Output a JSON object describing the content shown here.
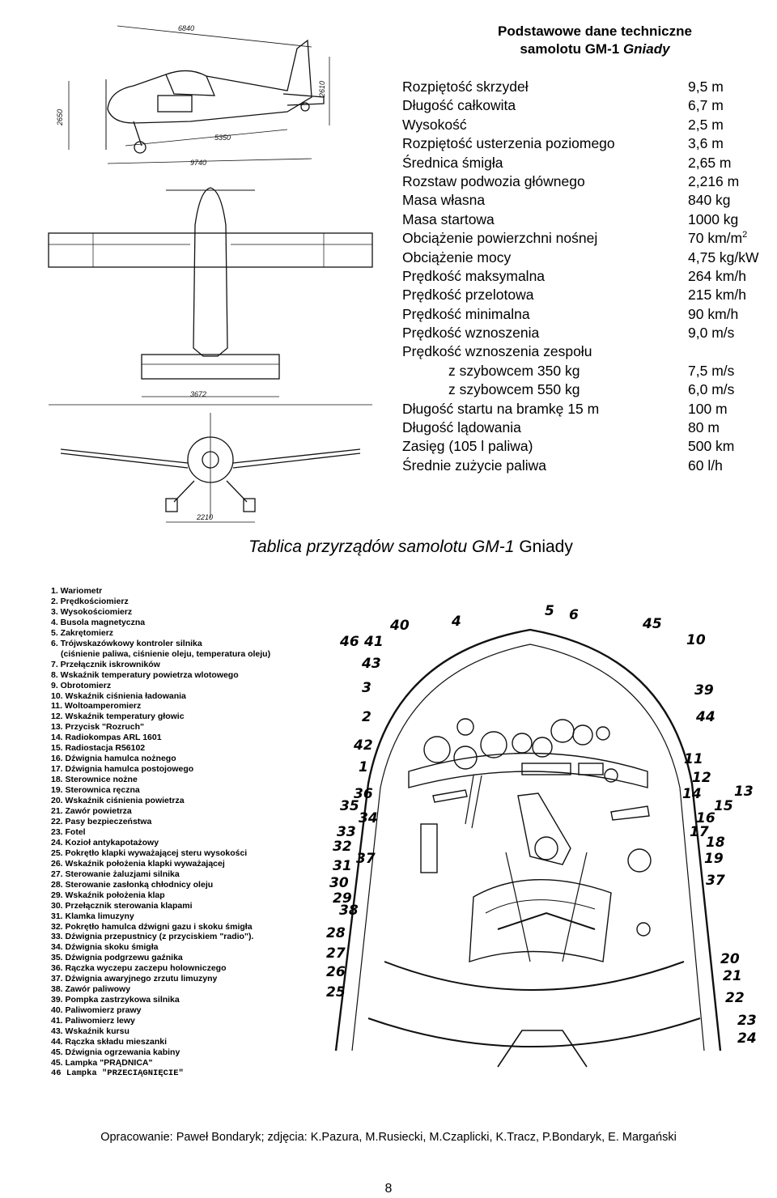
{
  "drawing": {
    "dims": [
      "6840",
      "2650",
      "2610",
      "5350",
      "9740",
      "3672",
      "2210"
    ]
  },
  "spec_title": {
    "line1": "Podstawowe dane techniczne",
    "line2_prefix": "samolotu GM-1 ",
    "line2_italic": "Gniady"
  },
  "specs": [
    {
      "label": "Rozpiętość skrzydeł",
      "value": "9,5 m"
    },
    {
      "label": "Długość całkowita",
      "value": "6,7 m"
    },
    {
      "label": "Wysokość",
      "value": "2,5 m"
    },
    {
      "label": "Rozpiętość usterzenia poziomego",
      "value": "3,6 m"
    },
    {
      "label": "Średnica śmigła",
      "value": "2,65 m"
    },
    {
      "label": "Rozstaw podwozia głównego",
      "value": "2,216 m"
    },
    {
      "label": "Masa własna",
      "value": "840 kg"
    },
    {
      "label": "Masa startowa",
      "value": "1000 kg"
    },
    {
      "label": "Obciążenie powierzchni nośnej",
      "value": "70 km/m",
      "sup": "2"
    },
    {
      "label": "Obciążenie mocy",
      "value": "4,75 kg/kW"
    },
    {
      "label": "Prędkość maksymalna",
      "value": "264 km/h"
    },
    {
      "label": "Prędkość przelotowa",
      "value": "215 km/h"
    },
    {
      "label": "Prędkość minimalna",
      "value": "90 km/h"
    },
    {
      "label": "Prędkość wznoszenia",
      "value": "9,0 m/s"
    },
    {
      "label": "Prędkość wznoszenia zespołu",
      "value": ""
    },
    {
      "label": "z szybowcem 350 kg",
      "value": "7,5 m/s",
      "indent": true
    },
    {
      "label": "z szybowcem 550 kg",
      "value": "6,0 m/s",
      "indent": true
    },
    {
      "label": "Długość startu na bramkę 15 m",
      "value": "100 m"
    },
    {
      "label": "Długość lądowania",
      "value": "80 m"
    },
    {
      "label": "Zasięg (105 l paliwa)",
      "value": "500 km"
    },
    {
      "label": "Średnie zużycie paliwa",
      "value": "60 l/h"
    }
  ],
  "section_title": {
    "italic": "Tablica przyrządów samolotu GM-1",
    "normal": " Gniady"
  },
  "legend": [
    "1. Wariometr",
    "2. Prędkościomierz",
    "3. Wysokościomierz",
    "4. Busola magnetyczna",
    "5. Zakrętomierz",
    "6. Trójwskazówkowy kontroler silnika",
    "(ciśnienie paliwa, ciśnienie oleju, temperatura oleju)",
    "7. Przełącznik iskrowników",
    "8. Wskaźnik temperatury powietrza wlotowego",
    "9. Obrotomierz",
    "10. Wskaźnik ciśnienia ładowania",
    "11. Woltoamperomierz",
    "12. Wskaźnik temperatury głowic",
    "13. Przycisk \"Rozruch\"",
    "14. Radiokompas ARL 1601",
    "15. Radiostacja R56102",
    "16. Dźwignia hamulca nożnego",
    "17. Dźwignia hamulca postojowego",
    "18. Sterownice nożne",
    "19. Sterownica ręczna",
    "20. Wskaźnik ciśnienia powietrza",
    "21. Zawór powietrza",
    "22. Pasy bezpieczeństwa",
    "23. Fotel",
    "24. Kozioł antykapotażowy",
    "25. Pokrętło klapki wyważającej steru wysokości",
    "26. Wskaźnik położenia klapki wyważającej",
    "27. Sterowanie żaluzjami silnika",
    "28. Sterowanie zasłonką chłodnicy oleju",
    "29. Wskaźnik położenia klap",
    "30. Przełącznik sterowania klapami",
    "31. Klamka limuzyny",
    "32. Pokrętło hamulca dźwigni gazu i skoku śmigła",
    "33. Dźwignia przepustnicy (z przyciskiem \"radio\").",
    "34. Dźwignia skoku śmigła",
    "35. Dźwignia podgrzewu gaźnika",
    "36. Rączka wyczepu zaczepu holowniczego",
    "37. Dźwignia awaryjnego zrzutu limuzyny",
    "38. Zawór paliwowy",
    "39. Pompka zastrzykowa silnika",
    "40. Paliwomierz prawy",
    "41. Paliwomierz lewy",
    "43. Wskaźnik kursu",
    "44. Rączka składu mieszanki",
    "45. Dźwignia ogrzewania kabiny",
    "45. Lampka \"PRĄDNICA\"",
    "46 Lampka \"PRZECIĄGNIĘCIE\""
  ],
  "callouts": {
    "left": [
      "46",
      "41",
      "43",
      "3",
      "2",
      "42",
      "1",
      "36",
      "35",
      "34",
      "33",
      "32",
      "37",
      "31",
      "30",
      "29",
      "38",
      "28",
      "27",
      "26",
      "25"
    ],
    "top": [
      "40",
      "4",
      "5",
      "6",
      "45",
      "10"
    ],
    "right": [
      "39",
      "44",
      "11",
      "12",
      "14",
      "13",
      "15",
      "16",
      "17",
      "18",
      "19",
      "37",
      "20",
      "21",
      "22",
      "23",
      "24"
    ]
  },
  "credits": "Opracowanie: Paweł Bondaryk; zdjęcia: K.Pazura, M.Rusiecki, M.Czaplicki, K.Tracz, P.Bondaryk, E. Margański",
  "page_number": "8"
}
